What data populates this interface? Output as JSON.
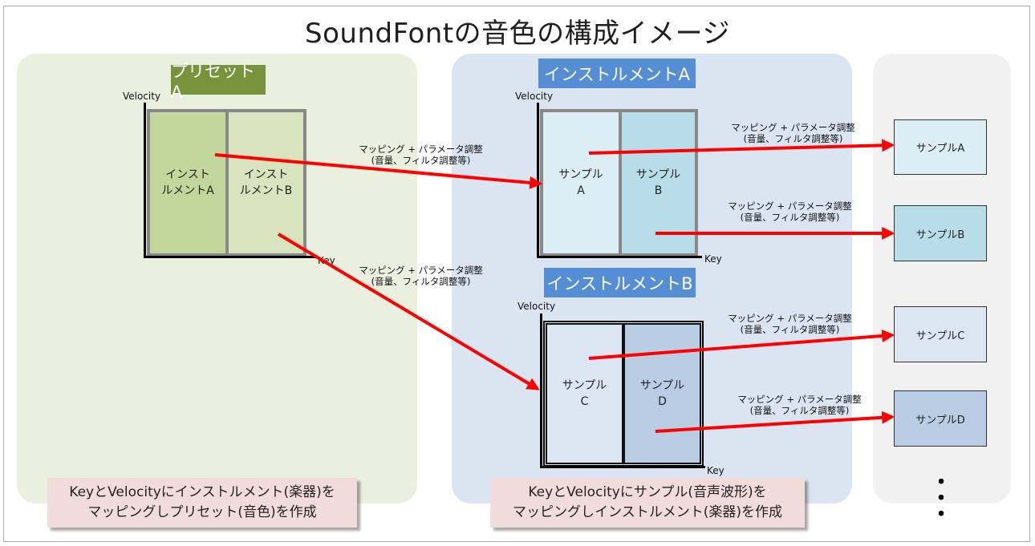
{
  "title": "SoundFontの音色の構成イメージ",
  "preset": {
    "banner": "プリセットA",
    "velocity_label": "Velocity",
    "key_label": "Key",
    "zones": [
      "インスト\nルメントA",
      "インスト\nルメントB"
    ]
  },
  "instrument_a": {
    "banner": "インストルメントA",
    "velocity_label": "Velocity",
    "key_label": "Key",
    "zones": [
      "サンプル\nA",
      "サンプル\nB"
    ]
  },
  "instrument_b": {
    "banner": "インストルメントB",
    "velocity_label": "Velocity",
    "key_label": "Key",
    "zones": [
      "サンプル\nC",
      "サンプル\nD"
    ]
  },
  "mapping_labels": [
    "マッピング + パラメータ調整\n(音量、フィルタ調整等)",
    "マッピング + パラメータ調整\n(音量、フィルタ調整等)",
    "マッピング + パラメータ調整\n(音量、フィルタ調整等)",
    "マッピング + パラメータ調整\n(音量、フィルタ調整等)",
    "マッピング + パラメータ調整\n(音量、フィルタ調整等)",
    "マッピング + パラメータ調整\n(音量、フィルタ調整等)"
  ],
  "samples": [
    "サンプルA",
    "サンプルB",
    "サンプルC",
    "サンプルD"
  ],
  "ellipsis": "・\n・\n・",
  "notes": {
    "left": "KeyとVelocityにインストルメント(楽器)を\nマッピングしプリセット(音色)を作成",
    "mid": "KeyとVelocityにサンプル(音声波形)を\nマッピングしインストルメント(楽器)を作成"
  },
  "colors": {
    "preset_panel": "#ebf0de",
    "instrument_panel": "#dbe5f1",
    "sample_panel": "#f1f1f1",
    "preset_banner": "#77933c",
    "instrument_banner": "#558ed5",
    "arrow": "#ff0000",
    "note_bg": "#f2dcdb"
  }
}
